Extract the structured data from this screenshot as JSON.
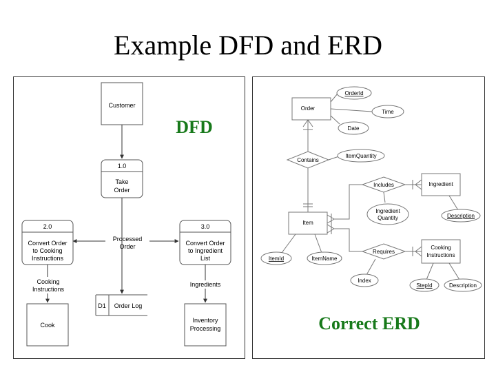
{
  "slide": {
    "title": "Example DFD and ERD"
  },
  "dfd": {
    "label": "DFD",
    "customer": "Customer",
    "take_order": {
      "id": "1.0",
      "lines": [
        "Take",
        "Order"
      ]
    },
    "convert_cooking": {
      "id": "2.0",
      "lines": [
        "Convert Order",
        "to Cooking",
        "Instructions"
      ]
    },
    "convert_ingredient": {
      "id": "3.0",
      "lines": [
        "Convert Order",
        "to Ingredient",
        "List"
      ]
    },
    "processed_order": [
      "Processed",
      "Order"
    ],
    "cooking_instructions": [
      "Cooking",
      "Instructions"
    ],
    "ingredients": "Ingredients",
    "order_log": {
      "id": "D1",
      "name": "Order Log"
    },
    "cook": "Cook",
    "inventory": [
      "Inventory",
      "Processing"
    ]
  },
  "erd": {
    "label": "Correct ERD",
    "entities": {
      "order": "Order",
      "item": "Item",
      "ingredient": "Ingredient",
      "cooking_instructions": [
        "Cooking",
        "Instructions"
      ]
    },
    "relationships": {
      "contains": "Contains",
      "includes": "Includes",
      "requires": "Requires"
    },
    "attributes": {
      "order_id": "OrderId",
      "time": "Time",
      "date": "Date",
      "item_quantity": "ItemQuantity",
      "ingredient_quantity": [
        "Ingredient",
        "Quantity"
      ],
      "description_ingredient": "Description",
      "item_id": "ItemId",
      "item_name": "ItemName",
      "index": "Index",
      "step_id": "StepId",
      "description_cooking": "Description"
    }
  }
}
